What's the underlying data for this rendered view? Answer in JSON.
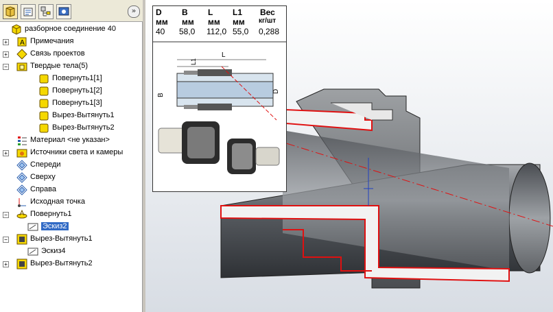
{
  "colors": {
    "selection": "#316ac5",
    "icon_yellow": "#f5d800",
    "section_red": "#e01010",
    "model_gray": "#8c8f93"
  },
  "toolbar": {
    "buttons": [
      {
        "icon": "feature-manager-icon"
      },
      {
        "icon": "property-manager-icon"
      },
      {
        "icon": "configuration-manager-icon"
      },
      {
        "icon": "display-manager-icon"
      }
    ],
    "expand_label": "»"
  },
  "tree": {
    "items": [
      {
        "label": "разборное соединение 40",
        "icon": "part-icon",
        "toggle": ""
      },
      {
        "label": "Примечания",
        "icon": "annotations-icon",
        "toggle": "+"
      },
      {
        "label": "Связь проектов",
        "icon": "design-binder-icon",
        "toggle": "+"
      },
      {
        "label": "Твердые тела(5)",
        "icon": "solid-bodies-folder-icon",
        "toggle": "−"
      },
      {
        "label": "Повернуть1[1]",
        "icon": "solid-body-icon",
        "toggle": ""
      },
      {
        "label": "Повернуть1[2]",
        "icon": "solid-body-icon",
        "toggle": ""
      },
      {
        "label": "Повернуть1[3]",
        "icon": "solid-body-icon",
        "toggle": ""
      },
      {
        "label": "Вырез-Вытянуть1",
        "icon": "solid-body-icon",
        "toggle": ""
      },
      {
        "label": "Вырез-Вытянуть2",
        "icon": "solid-body-icon",
        "toggle": ""
      },
      {
        "label": "Материал <не указан>",
        "icon": "material-icon",
        "toggle": ""
      },
      {
        "label": "Источники света и камеры",
        "icon": "lights-cameras-icon",
        "toggle": "+"
      },
      {
        "label": "Спереди",
        "icon": "plane-icon",
        "toggle": ""
      },
      {
        "label": "Сверху",
        "icon": "plane-icon",
        "toggle": ""
      },
      {
        "label": "Справа",
        "icon": "plane-icon",
        "toggle": ""
      },
      {
        "label": "Исходная точка",
        "icon": "origin-icon",
        "toggle": ""
      },
      {
        "label": "Повернуть1",
        "icon": "revolve-icon",
        "toggle": "−"
      },
      {
        "label": "Эскиз2",
        "icon": "sketch-icon",
        "toggle": "",
        "selected": true
      },
      {
        "label": "Вырез-Вытянуть1",
        "icon": "cut-extrude-icon",
        "toggle": "−"
      },
      {
        "label": "Эскиз4",
        "icon": "sketch-icon",
        "toggle": ""
      },
      {
        "label": "Вырез-Вытянуть2",
        "icon": "cut-extrude-icon",
        "toggle": "+"
      }
    ]
  },
  "spec": {
    "headers": [
      "D",
      "B",
      "L",
      "L1",
      "Вес"
    ],
    "units": [
      "мм",
      "мм",
      "мм",
      "мм",
      "кг/шт"
    ],
    "values": [
      "40",
      "58,0",
      "112,0",
      "55,0",
      "0,288"
    ]
  },
  "drawing": {
    "dim_labels": [
      "L",
      "L1",
      "B",
      "D"
    ]
  }
}
